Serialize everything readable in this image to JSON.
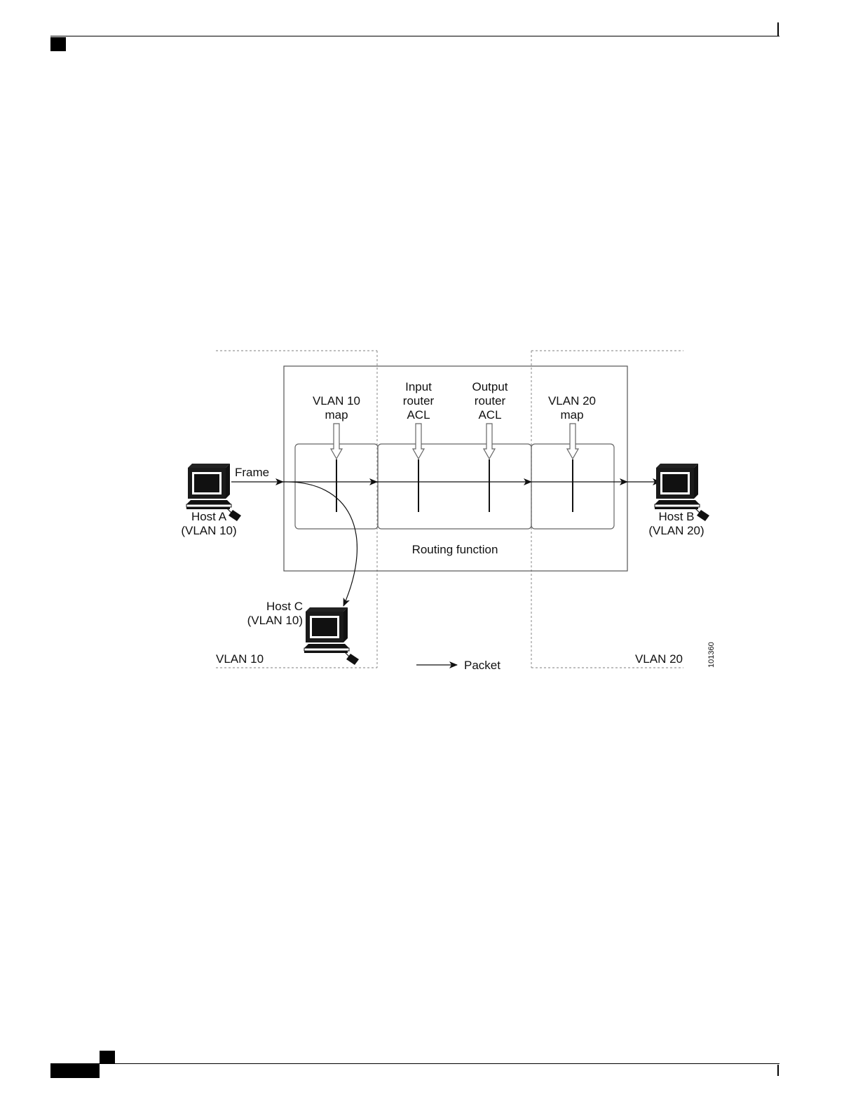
{
  "diagram": {
    "labels": {
      "vlan10_map": [
        "VLAN 10",
        "map"
      ],
      "input_acl": [
        "Input",
        "router",
        "ACL"
      ],
      "output_acl": [
        "Output",
        "router",
        "ACL"
      ],
      "vlan20_map": [
        "VLAN 20",
        "map"
      ],
      "frame": "Frame",
      "routing_function": "Routing function",
      "packet_legend": "Packet",
      "figure_id": "101360"
    },
    "hosts": {
      "host_a": [
        "Host A",
        "(VLAN 10)"
      ],
      "host_b": [
        "Host B",
        "(VLAN 20)"
      ],
      "host_c": [
        "Host C",
        "(VLAN 10)"
      ]
    },
    "vlans": {
      "left": "VLAN 10",
      "right": "VLAN 20"
    }
  }
}
